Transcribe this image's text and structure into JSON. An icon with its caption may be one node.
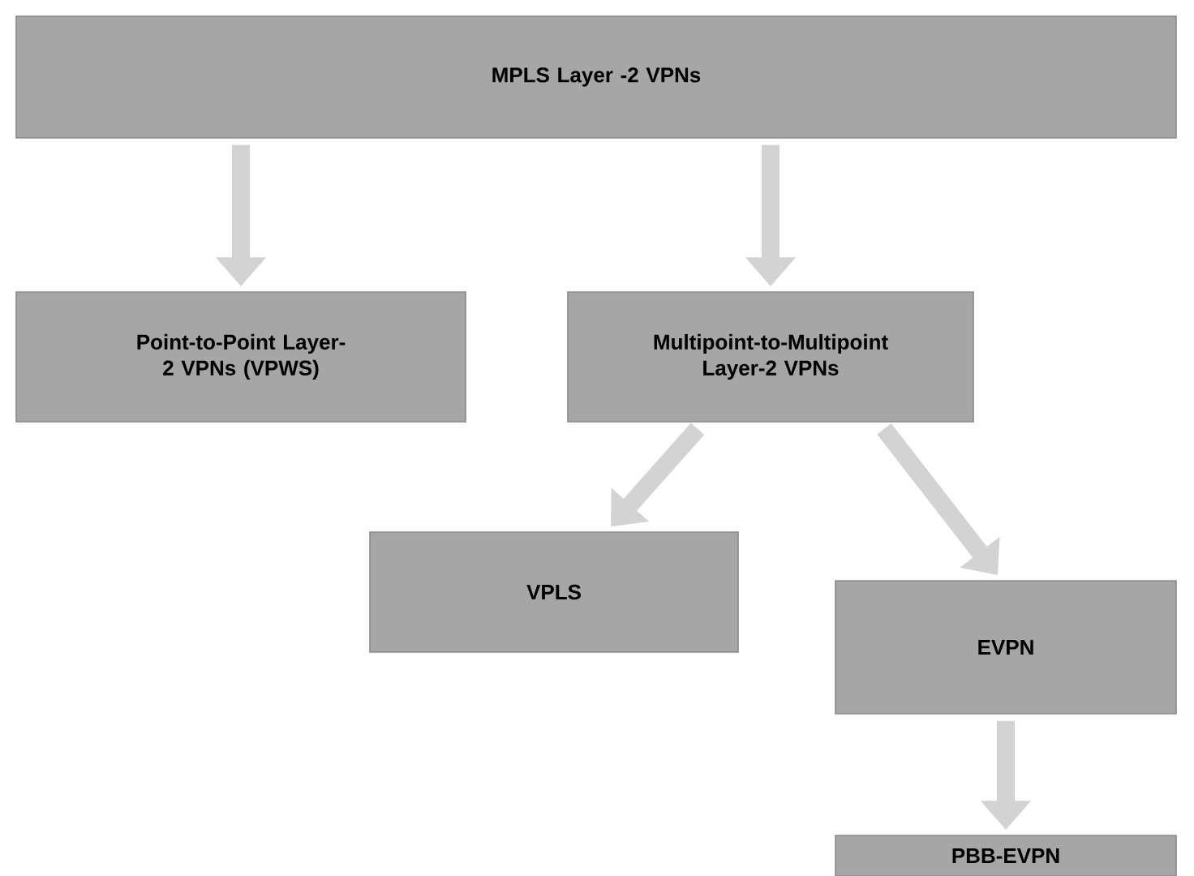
{
  "diagram": {
    "nodes": [
      {
        "text": [
          "MPLS Layer -2 VPNs"
        ]
      },
      {
        "text": [
          "Point-to-Point Layer-2 VPNs (VPWS)"
        ]
      },
      {
        "text": [
          "Multipoint-to-Multipoint Layer-2 VPNs"
        ]
      },
      {
        "text": [
          "VPLS"
        ]
      },
      {
        "text": [
          "EVPN"
        ]
      },
      {
        "text": [
          "PBB-EVPN"
        ]
      }
    ],
    "edges": [
      {
        "from": 0,
        "to": 1,
        "arrow": "to"
      },
      {
        "from": 0,
        "to": 2,
        "arrow": "to"
      },
      {
        "from": 2,
        "to": 3,
        "arrow": "to"
      },
      {
        "from": 2,
        "to": 4,
        "arrow": "to"
      },
      {
        "from": 4,
        "to": 5,
        "arrow": "to"
      }
    ]
  }
}
